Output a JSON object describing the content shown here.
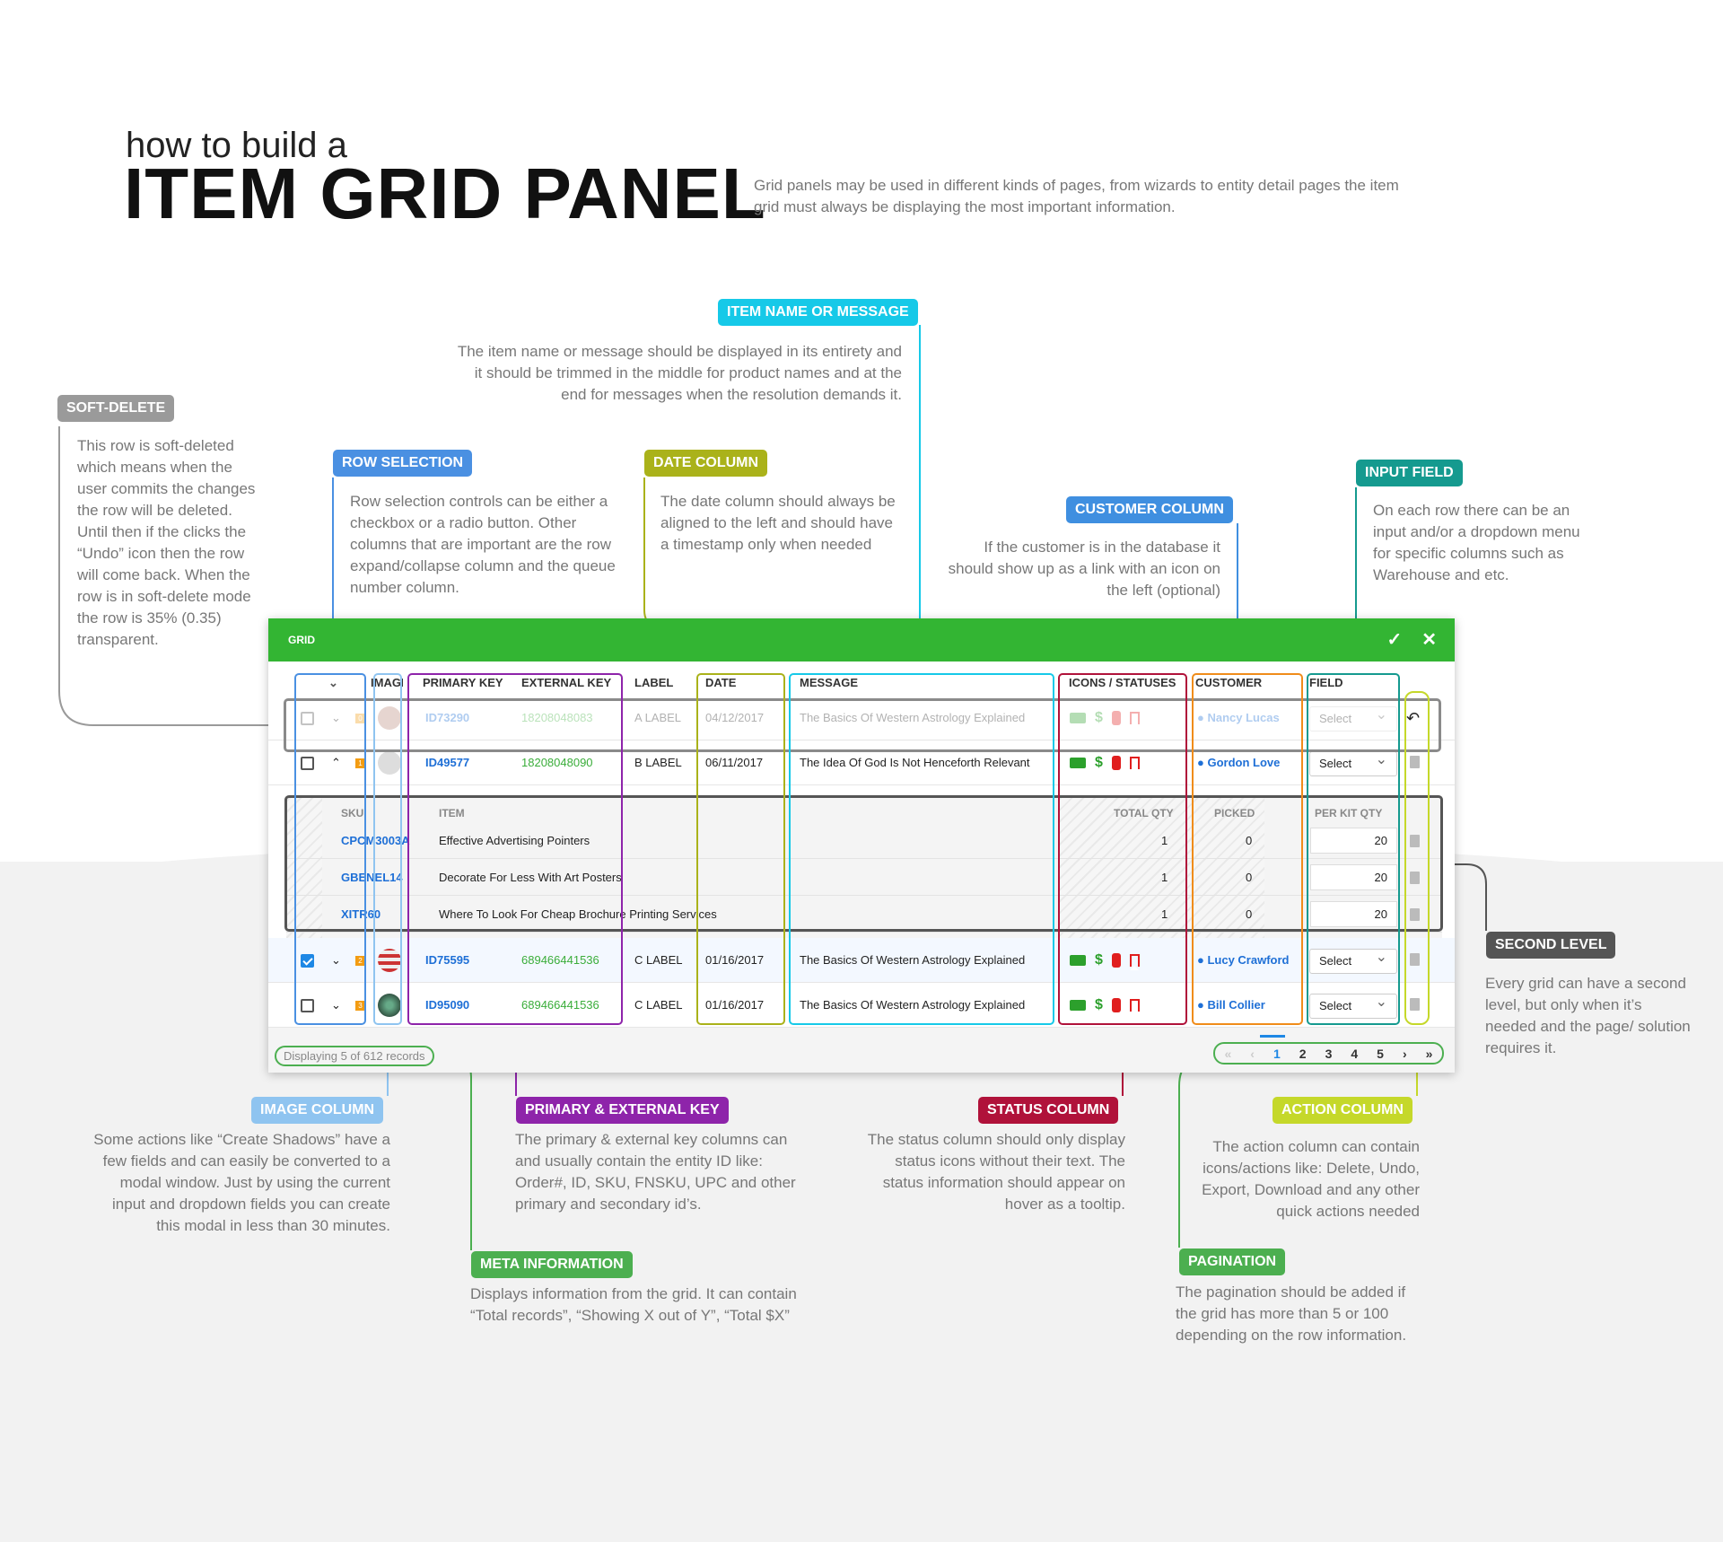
{
  "header": {
    "small_title": "how to build a",
    "big_title": "ITEM GRID PANEL",
    "description": "Grid panels may be used in different kinds of pages, from wizards to entity detail pages the item grid must always be displaying the most important information."
  },
  "annotations": {
    "soft_delete": {
      "label": "SOFT-DELETE",
      "color": "#9a9a9a",
      "text": "This row is soft-deleted which means when the user commits the changes the row will be deleted. Until then if the clicks the “Undo” icon then the row will come back. When the row is in soft-delete mode the row is 35% (0.35) transparent."
    },
    "row_selection": {
      "label": "ROW SELECTION",
      "color": "#4a90e2",
      "text": "Row selection controls can be either a checkbox or a radio button. Other columns that are important are the row expand/collapse column and the queue number column."
    },
    "item_name": {
      "label": "ITEM NAME OR MESSAGE",
      "color": "#16c9e8",
      "text": "The item name or message should be displayed in its entirety and it should be trimmed in the middle for product names and at the end for messages when the resolution demands it."
    },
    "date_column": {
      "label": "DATE COLUMN",
      "color": "#aab21a",
      "text": "The date column should always be aligned to the left and should have a timestamp only when needed"
    },
    "customer_column": {
      "label": "CUSTOMER COLUMN",
      "color": "#3f8fe0",
      "text": "If the customer is in the database it should show up as a link with an icon on the left (optional)"
    },
    "input_field": {
      "label": "INPUT FIELD",
      "color": "#159a8f",
      "text": "On each row there can be an input and/or a dropdown menu for specific columns such as Warehouse and etc."
    },
    "second_level": {
      "label": "SECOND LEVEL",
      "color": "#555555",
      "text": "Every grid can have a second level, but only when it’s needed and the page/ solution requires it."
    },
    "image_column": {
      "label": "IMAGE COLUMN",
      "color": "#8fc4f0",
      "text": "Some actions like “Create Shadows” have a few fields and can easily be converted to a modal window. Just by using the current input and dropdown fields you can create this modal in less than 30 minutes."
    },
    "primary_key": {
      "label": "PRIMARY & EXTERNAL KEY",
      "color": "#8e24aa",
      "text": "The primary & external key columns can and usually contain the entity ID like: Order#, ID, SKU, FNSKU, UPC and other primary and secondary id’s."
    },
    "status_column": {
      "label": "STATUS COLUMN",
      "color": "#b0123a",
      "text": "The status column should only display status icons without their text. The status information should appear on hover as a tooltip."
    },
    "action_column": {
      "label": "ACTION COLUMN",
      "color": "#c5d82a",
      "text": "The action column can contain icons/actions like: Delete, Undo, Export, Download and any other quick actions needed"
    },
    "meta_info": {
      "label": "META INFORMATION",
      "color": "#4caf50",
      "text": "Displays information from the grid. It can contain “Total records”, “Showing X out of Y”, “Total $X”"
    },
    "pagination": {
      "label": "PAGINATION",
      "color": "#4caf50",
      "text": "The pagination should be added if the grid has more than 5 or 100 depending on the row information."
    }
  },
  "grid": {
    "title": "GRID",
    "header_color": "#33b533",
    "columns": [
      "IMAGE",
      "PRIMARY KEY",
      "EXTERNAL KEY",
      "LABEL",
      "DATE",
      "MESSAGE",
      "ICONS / STATUSES",
      "CUSTOMER",
      "FIELD"
    ],
    "rows": [
      {
        "queue": "0",
        "pk": "ID73290",
        "ek": "18208048083",
        "label": "A LABEL",
        "date": "04/12/2017",
        "message": "The Basics Of Western Astrology Explained",
        "customer": "Nancy Lucas",
        "field": "Select"
      },
      {
        "queue": "1",
        "pk": "ID49577",
        "ek": "18208048090",
        "label": "B LABEL",
        "date": "06/11/2017",
        "message": "The Idea Of God Is Not Henceforth Relevant",
        "customer": "Gordon Love",
        "field": "Select"
      },
      {
        "queue": "2",
        "pk": "ID75595",
        "ek": "689466441536",
        "label": "C LABEL",
        "date": "01/16/2017",
        "message": "The Basics Of Western Astrology Explained",
        "customer": "Lucy Crawford",
        "field": "Select"
      },
      {
        "queue": "3",
        "pk": "ID95090",
        "ek": "689466441536",
        "label": "C LABEL",
        "date": "01/16/2017",
        "message": "The Basics Of Western Astrology Explained",
        "customer": "Bill Collier",
        "field": "Select"
      }
    ],
    "sub_columns": [
      "SKU",
      "ITEM",
      "TOTAL QTY",
      "PICKED",
      "PER KIT QTY"
    ],
    "sub_rows": [
      {
        "sku": "CPCM3003A",
        "item": "Effective Advertising Pointers",
        "total": "1",
        "picked": "0",
        "per_kit": "20"
      },
      {
        "sku": "GBENEL14",
        "item": "Decorate For Less With Art Posters",
        "total": "1",
        "picked": "0",
        "per_kit": "20"
      },
      {
        "sku": "XITR60",
        "item": "Where To Look For Cheap Brochure Printing Services",
        "total": "1",
        "picked": "0",
        "per_kit": "20"
      }
    ],
    "meta": "Displaying 5 of 612 records",
    "pages": [
      "1",
      "2",
      "3",
      "4",
      "5"
    ]
  }
}
